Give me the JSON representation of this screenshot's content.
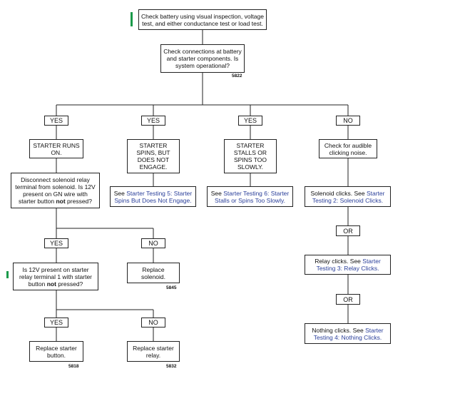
{
  "colors": {
    "link": "#2a3f9a",
    "marker": "#1a9a4a",
    "line": "#222222"
  },
  "step1": "Check battery using visual inspection, voltage test, and either conductance test or load test.",
  "step2": "Check connections at battery and starter components. Is system operational?",
  "ref_5822": "5822",
  "branches": {
    "yes1": "YES",
    "yes2": "YES",
    "yes3": "YES",
    "no": "NO"
  },
  "col1": {
    "starter_runs_on": "STARTER RUNS ON.",
    "disconnect_q_pre": "Disconnect solenoid relay terminal from solenoid. Is 12V present on GN wire with starter button",
    "disconnect_q_bold": "not",
    "disconnect_q_post": "pressed?",
    "yes_label": "YES",
    "no_label": "NO",
    "replace_solenoid": "Replace solenoid.",
    "ref_5845": "5845",
    "relay_q_pre": "Is 12V present on starter relay terminal 1 with starter button",
    "relay_q_bold": "not",
    "relay_q_post": "pressed?",
    "yes_label2": "YES",
    "no_label2": "NO",
    "replace_button": "Replace starter button.",
    "ref_5818": "5818",
    "replace_relay": "Replace starter relay.",
    "ref_5832": "5832"
  },
  "col2": {
    "spins_box": "STARTER SPINS, BUT DOES NOT ENGAGE.",
    "see": "See",
    "link": "Starter Testing 5: Starter Spins But Does Not Engage."
  },
  "col3": {
    "stalls_box": "STARTER STALLS OR SPINS TOO SLOWLY.",
    "see": "See",
    "link": "Starter Testing 6: Starter Stalls or Spins Too Slowly."
  },
  "col4": {
    "audible_box": "Check for audible clicking noise.",
    "solenoid_pre": "Solenoid clicks. See",
    "solenoid_link": "Starter Testing 2: Solenoid Clicks.",
    "or1": "OR",
    "relay_pre": "Relay clicks. See",
    "relay_link": "Starter Testing 3: Relay Clicks.",
    "or2": "OR",
    "nothing_pre": "Nothing clicks. See",
    "nothing_link": "Starter Testing 4: Nothing Clicks."
  }
}
